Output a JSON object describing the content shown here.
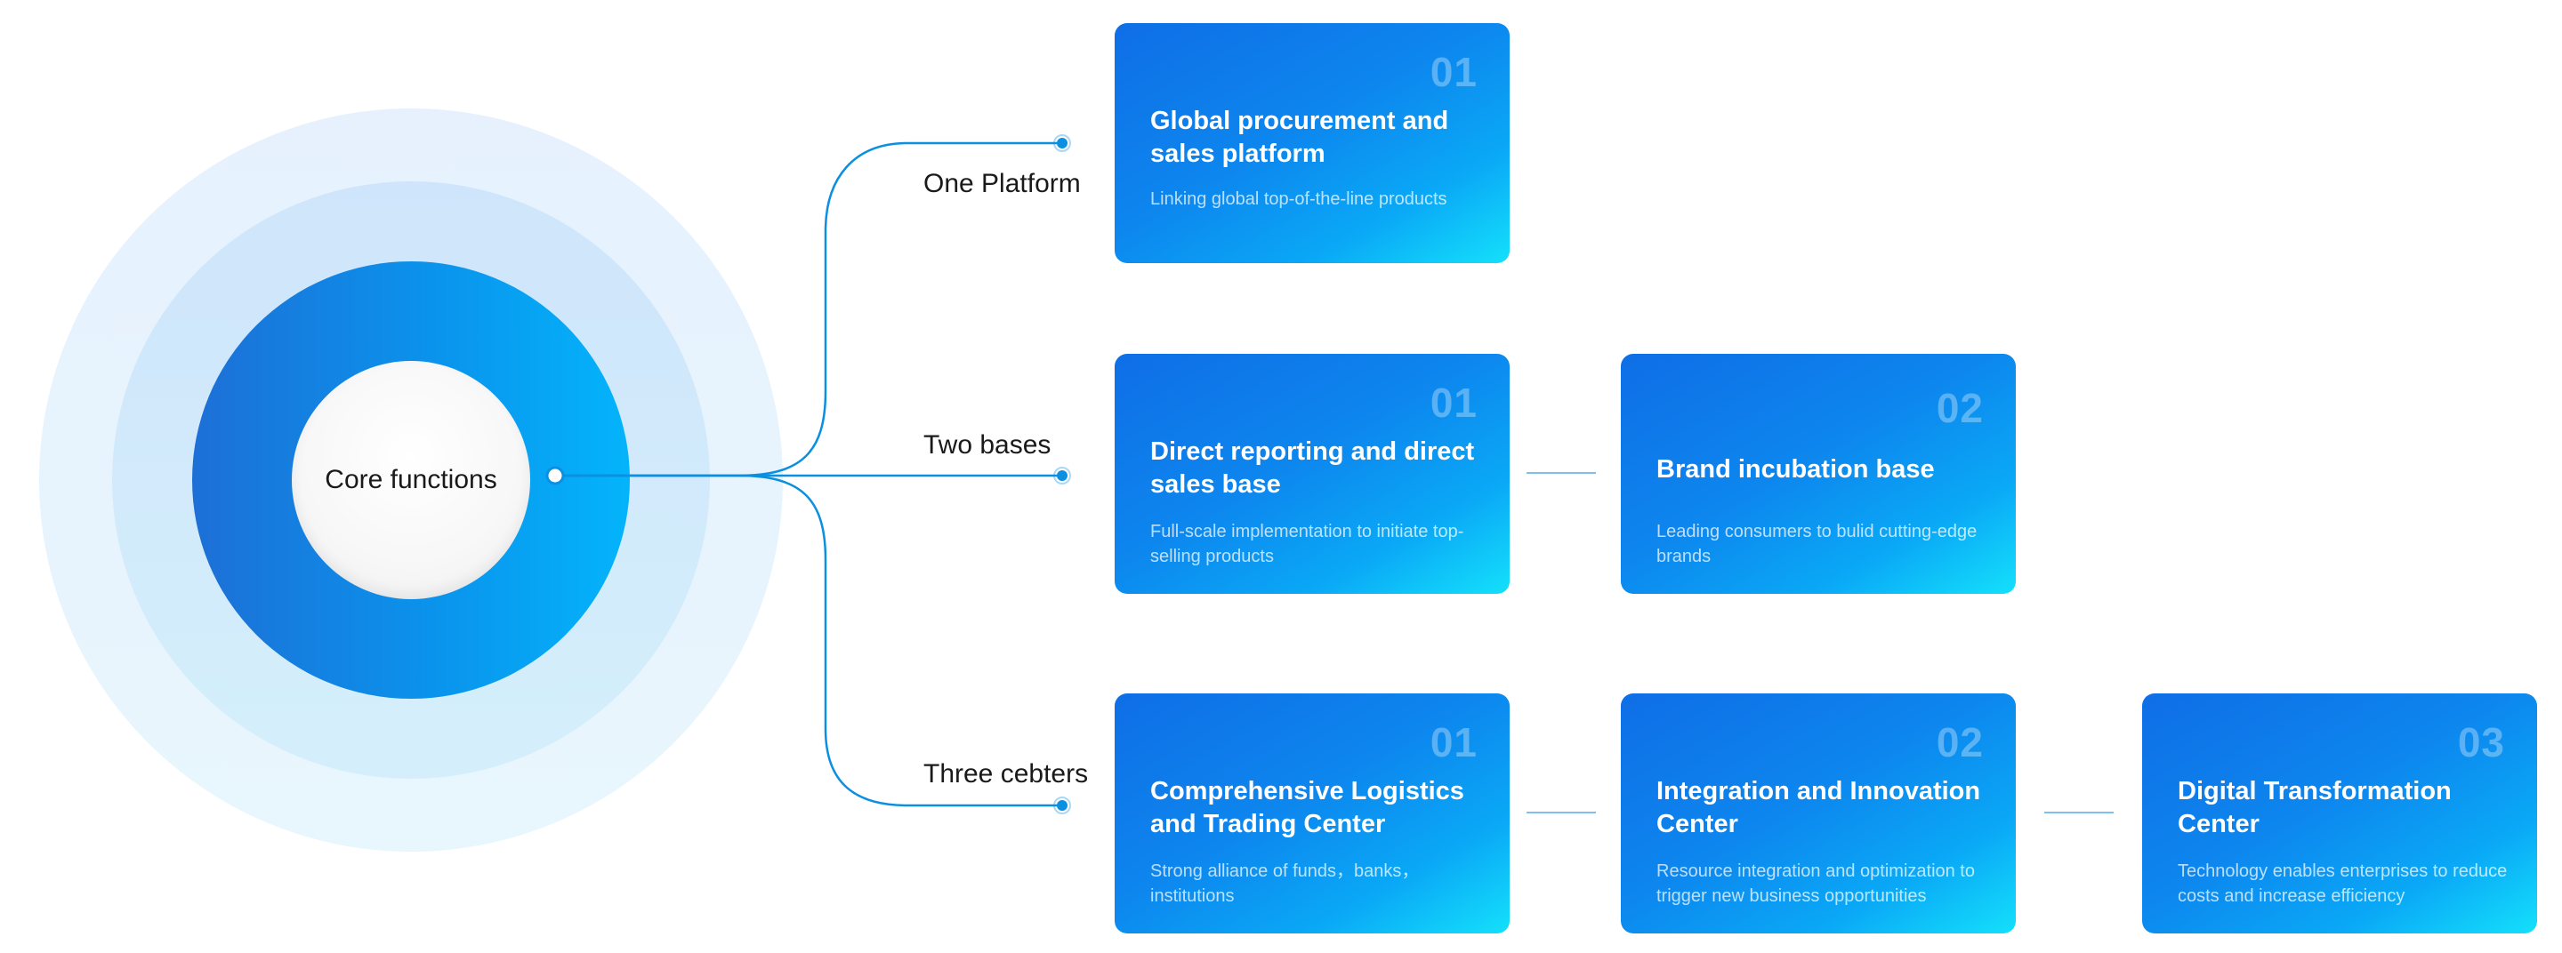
{
  "core": {
    "label": "Core functions"
  },
  "branches": [
    {
      "label": "One Platform",
      "cards": [
        {
          "number": "01",
          "title": "Global procurement and sales platform",
          "description": "Linking global top-of-the-line products"
        }
      ]
    },
    {
      "label": "Two bases",
      "cards": [
        {
          "number": "01",
          "title": "Direct reporting and direct sales base",
          "description": "Full-scale implementation to initiate top-selling  products"
        },
        {
          "number": "02",
          "title": "Brand incubation base",
          "description": "Leading consumers to bulid cutting-edge brands"
        }
      ]
    },
    {
      "label": "Three cebters",
      "cards": [
        {
          "number": "01",
          "title": "Comprehensive Logistics and Trading Center",
          "description": "Strong alliance of funds，banks，institutions"
        },
        {
          "number": "02",
          "title": "Integration and Innovation Center",
          "description": "Resource integration and optimization to trigger new business opportunities"
        },
        {
          "number": "03",
          "title": "Digital Transformation Center",
          "description": "Technology enables enterprises to reduce costs and increase efficiency"
        }
      ]
    }
  ],
  "colors": {
    "connector": "#0b8fe0",
    "card_start": "#0f6ee6",
    "card_end": "#14e0fb",
    "ring_outer": "#e6f1fd",
    "ring_middle": "#cfe5fb",
    "core_start": "#1d6fd6",
    "core_end": "#04b4fb"
  }
}
